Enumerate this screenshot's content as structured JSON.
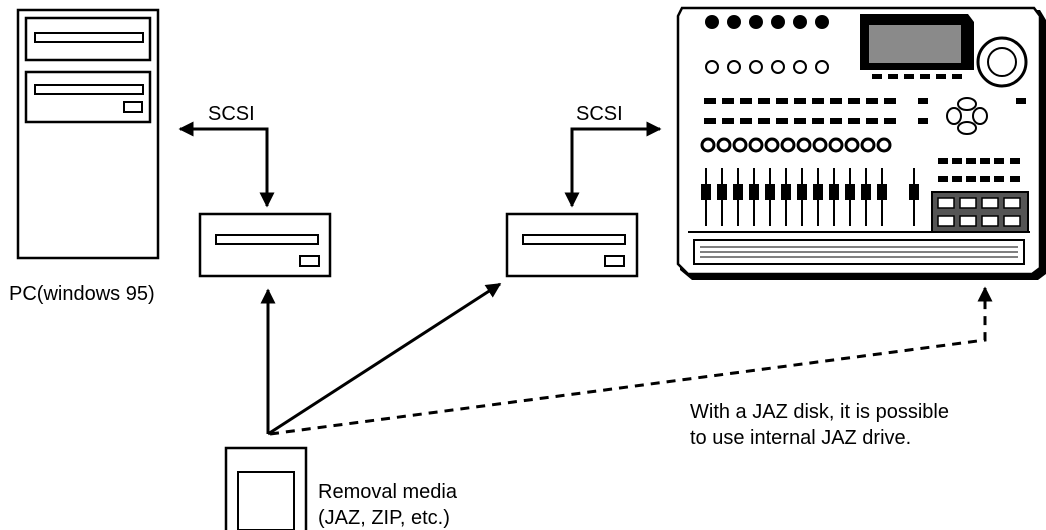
{
  "labels": {
    "pc": "PC(windows 95)",
    "scsi_left": "SCSI",
    "scsi_right": "SCSI",
    "media_line1": "Removal media",
    "media_line2": "(JAZ, ZIP, etc.)",
    "note_line1": "With a JAZ disk, it is possible",
    "note_line2": "to use internal JAZ drive."
  },
  "devices": {
    "pc": "pc-tower-icon",
    "drive_left": "external-drive-icon",
    "drive_right": "external-drive-icon",
    "recorder": "digital-recorder-icon",
    "media": "removable-media-icon"
  },
  "connections": [
    {
      "from": "drive_left",
      "to": "pc",
      "label": "SCSI",
      "style": "solid"
    },
    {
      "from": "drive_right",
      "to": "recorder",
      "label": "SCSI",
      "style": "solid"
    },
    {
      "from": "media",
      "to": "drive_left",
      "style": "solid"
    },
    {
      "from": "media",
      "to": "drive_right",
      "style": "solid"
    },
    {
      "from": "media",
      "to": "recorder",
      "style": "dashed"
    }
  ]
}
